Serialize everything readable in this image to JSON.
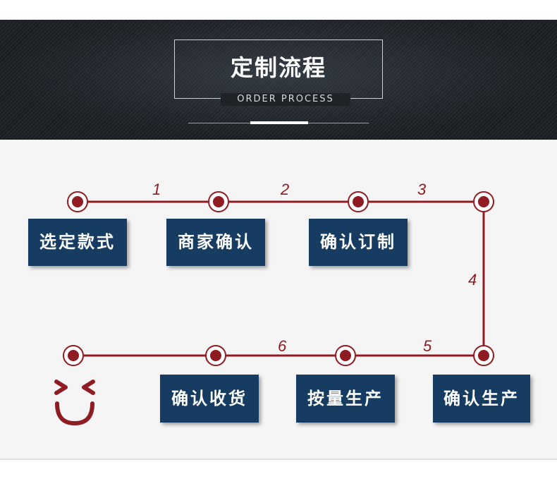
{
  "header": {
    "title": "定制流程",
    "subtitle": "ORDER PROCESS"
  },
  "steps": [
    {
      "label": "选定款式"
    },
    {
      "label": "商家确认"
    },
    {
      "label": "确认订制"
    },
    {
      "label": "确认生产"
    },
    {
      "label": "按量生产"
    },
    {
      "label": "确认收货"
    }
  ],
  "step_numbers": [
    "1",
    "2",
    "3",
    "4",
    "5",
    "6"
  ],
  "colors": {
    "accent_red": "#8e1c22",
    "box_blue": "#163d61",
    "header_dark": "#1f2226"
  },
  "icons": {
    "end_icon": "smiley-face-icon"
  }
}
